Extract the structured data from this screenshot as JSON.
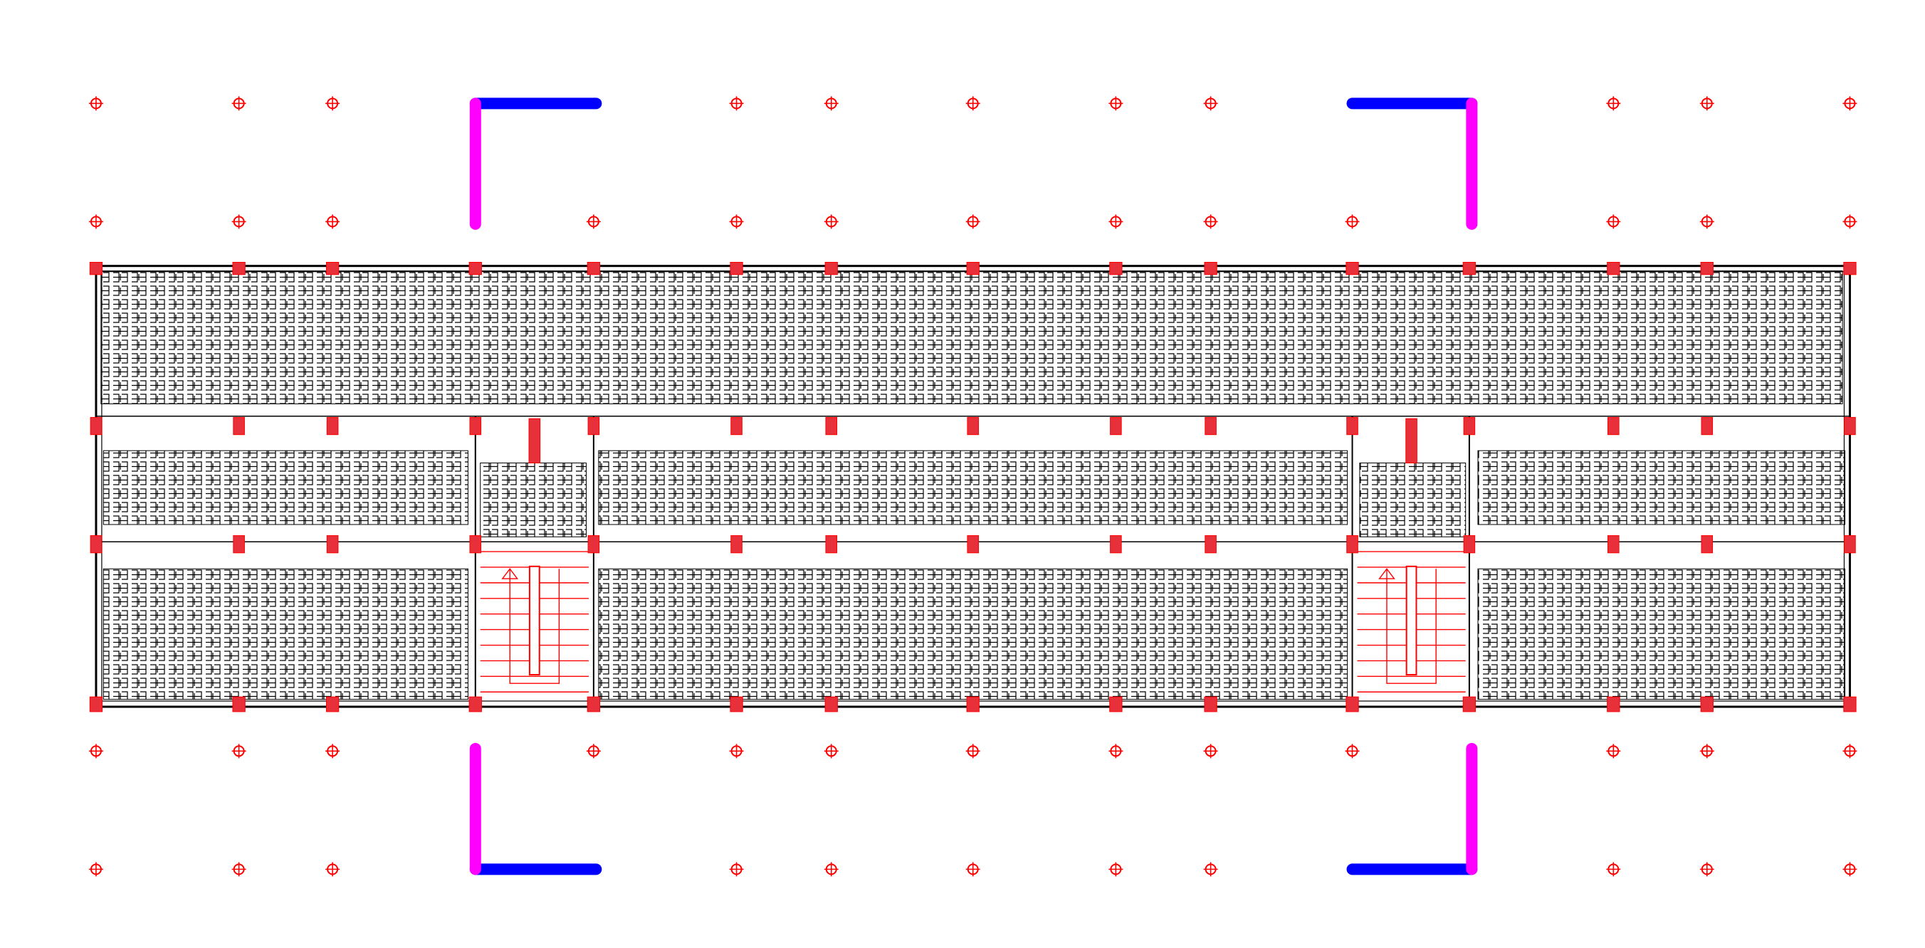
{
  "canvas": {
    "background": "#ffffff"
  },
  "plan": {
    "type": "floor-plan-drawing",
    "grid_markers": {
      "color": "#ff0000",
      "shape": "crosshair-circle"
    },
    "columns": {
      "color": "#ff0000",
      "fill": "#e8303a"
    },
    "walls": {
      "color": "#000000"
    },
    "stairs": {
      "color": "#ff0000",
      "count": 2
    },
    "corner_brackets": {
      "horizontal_color": "#0000ff",
      "vertical_color": "#ff00ff",
      "count": 4
    },
    "seating_pattern": {
      "color": "#000000",
      "blocks": 10
    }
  }
}
